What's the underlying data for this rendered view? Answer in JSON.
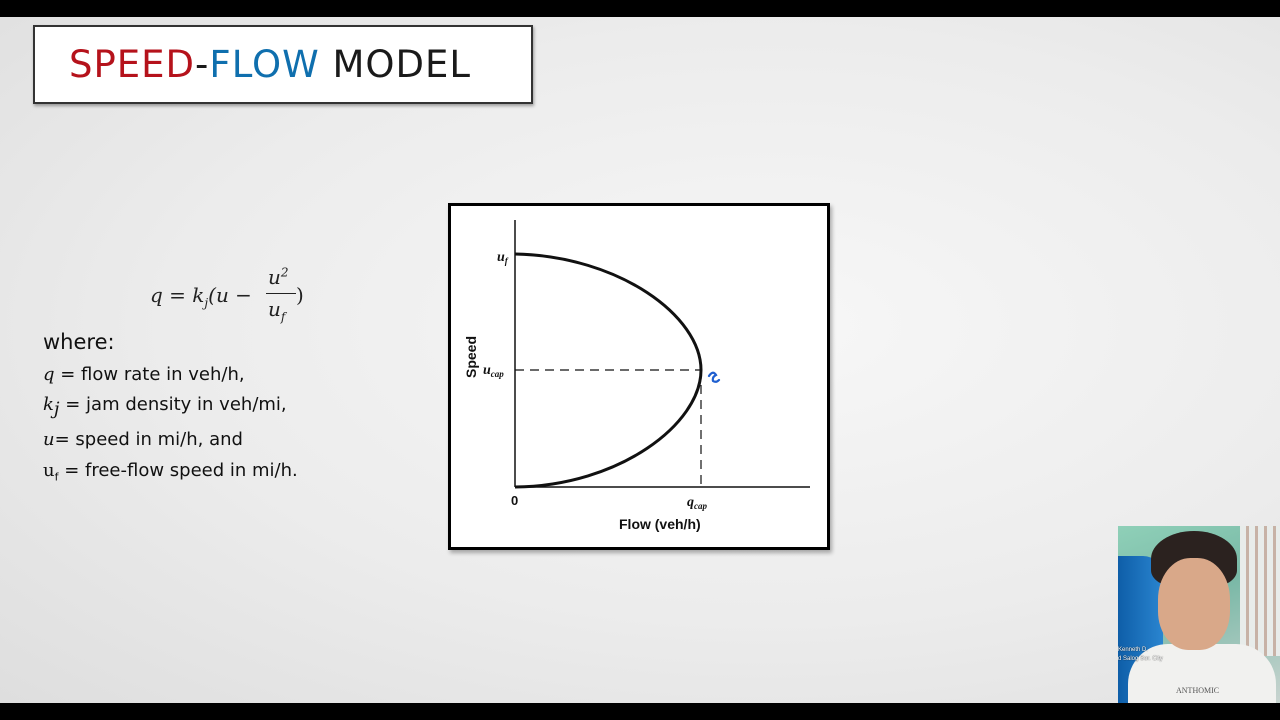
{
  "slide": {
    "title": {
      "word1": "SPEED",
      "sep": "-",
      "word2": "FLOW",
      "word3": "MODEL"
    },
    "formula": {
      "lhs": "q = k",
      "lhs_sub": "j",
      "lhs_rest": "(u −",
      "num": "u",
      "num_sup": "2",
      "den": "u",
      "den_sub": "f",
      "close": ")"
    },
    "definitions": {
      "where": "where:",
      "items": [
        {
          "sym": "q",
          "sub": "",
          "text": " = flow rate in veh/h,"
        },
        {
          "sym": "k",
          "sub": "j",
          "text": " = jam density in veh/mi,"
        },
        {
          "sym": "u",
          "sub": "",
          "text": "= speed in mi/h, and"
        },
        {
          "sym": "u",
          "sub": "f",
          "text": " = free-flow speed in mi/h."
        }
      ]
    },
    "diagram": {
      "ylabel": "Speed",
      "xlabel": "Flow (veh/h)",
      "origin": "0",
      "uf_label": "u",
      "uf_sub": "f",
      "ucap_label": "u",
      "ucap_sub": "cap",
      "qcap_label": "q",
      "qcap_sub": "cap",
      "curve_color": "#111111",
      "annotation_color": "#1f5fd0"
    },
    "webcam": {
      "caption_line1": "Kenneth D.",
      "caption_line2": "d Salog Sor. City",
      "shirt_text": "ANTHOMIC"
    }
  }
}
